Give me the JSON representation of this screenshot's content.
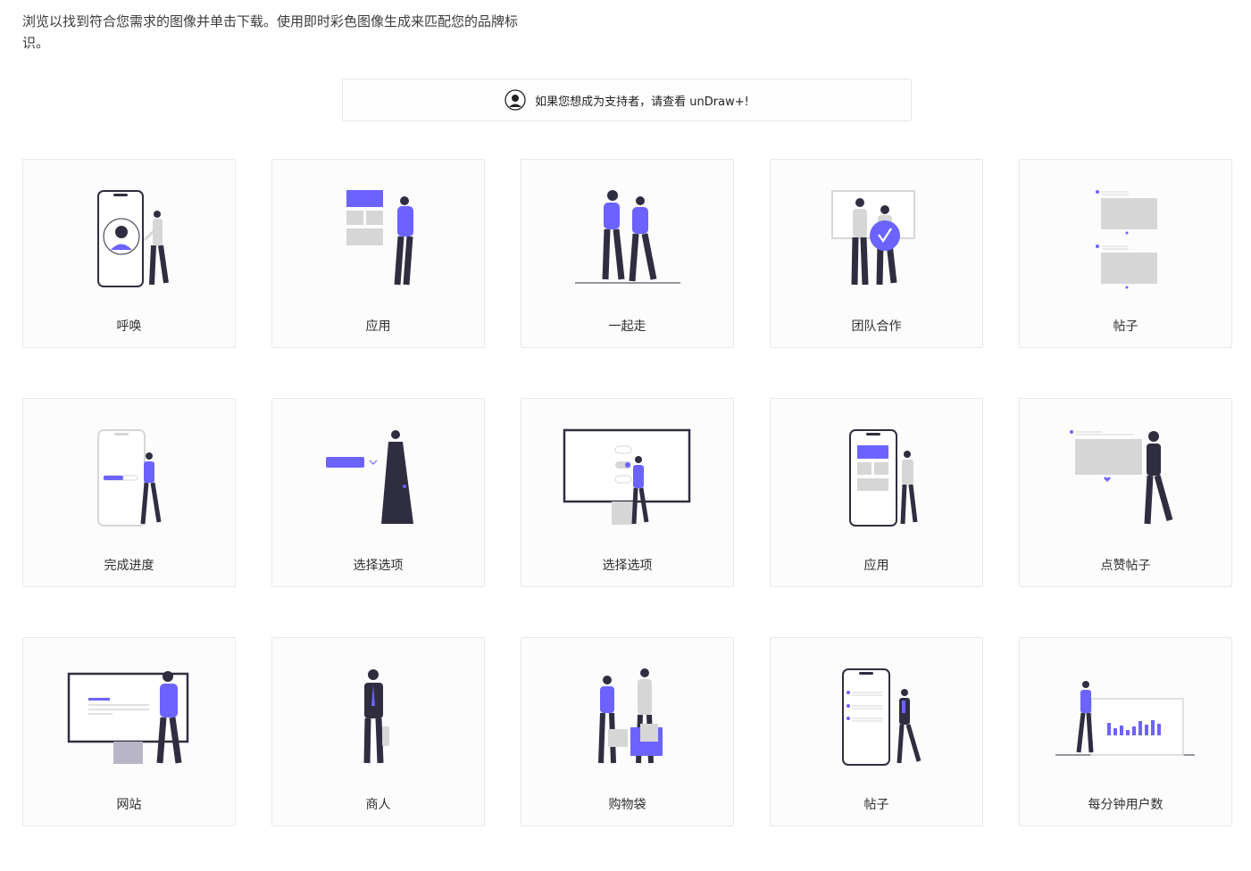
{
  "intro": {
    "text": "浏览以找到符合您需求的图像并单击下载。使用即时彩色图像生成来匹配您的品牌标识。"
  },
  "banner": {
    "text": "如果您想成为支持者，请查看 unDraw+!",
    "icon": "avatar-icon"
  },
  "colors": {
    "accent": "#6c63ff",
    "dark": "#2f2e41",
    "gray": "#d6d6d6"
  },
  "cards": [
    {
      "label": "呼唤"
    },
    {
      "label": "应用"
    },
    {
      "label": "一起走"
    },
    {
      "label": "团队合作"
    },
    {
      "label": "帖子"
    },
    {
      "label": "完成进度"
    },
    {
      "label": "选择选项"
    },
    {
      "label": "选择选项"
    },
    {
      "label": "应用"
    },
    {
      "label": "点赞帖子"
    },
    {
      "label": "网站"
    },
    {
      "label": "商人"
    },
    {
      "label": "购物袋"
    },
    {
      "label": "帖子"
    },
    {
      "label": "每分钟用户数"
    }
  ]
}
